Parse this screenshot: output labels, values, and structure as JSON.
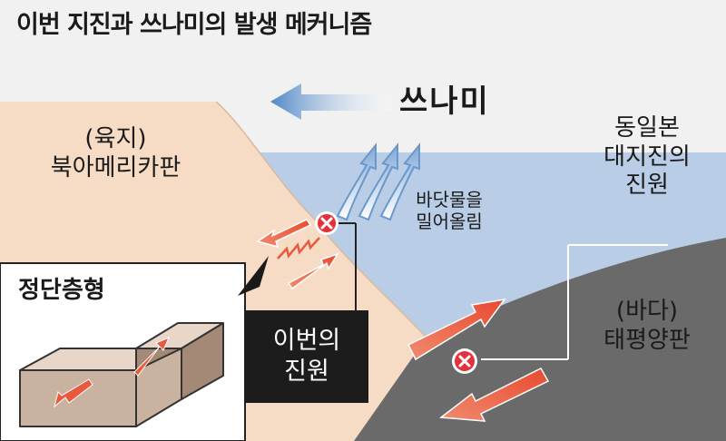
{
  "title": "이번 지진과 쓰나미의  발생 메커니즘",
  "tsunami_label": "쓰나미",
  "north_american_plate": [
    "(육지)",
    "북아메리카판"
  ],
  "japan_epicenter": [
    "동일본",
    "대지진의",
    "진원"
  ],
  "seafloor_uplift": [
    "바닷물을",
    "밀어올림"
  ],
  "pacific_plate": [
    "(바다)",
    "태평양판"
  ],
  "inset_title": "정단층형",
  "this_epicenter": [
    "이번의",
    "진원"
  ],
  "colors": {
    "land": "#f7dcc5",
    "sea": "#b9cde6",
    "pacific_plate": "#6a6a6a",
    "background": "#f1f1f1",
    "arrow_red": "#e8593d",
    "tsunami_arrow": "#4f86c6",
    "epicenter_marker": "#e2323c"
  },
  "icons": [
    "tsunami-arrow-icon",
    "upward-wave-arrows-icon",
    "epicenter-marker-icon",
    "slip-arrow-icon"
  ]
}
